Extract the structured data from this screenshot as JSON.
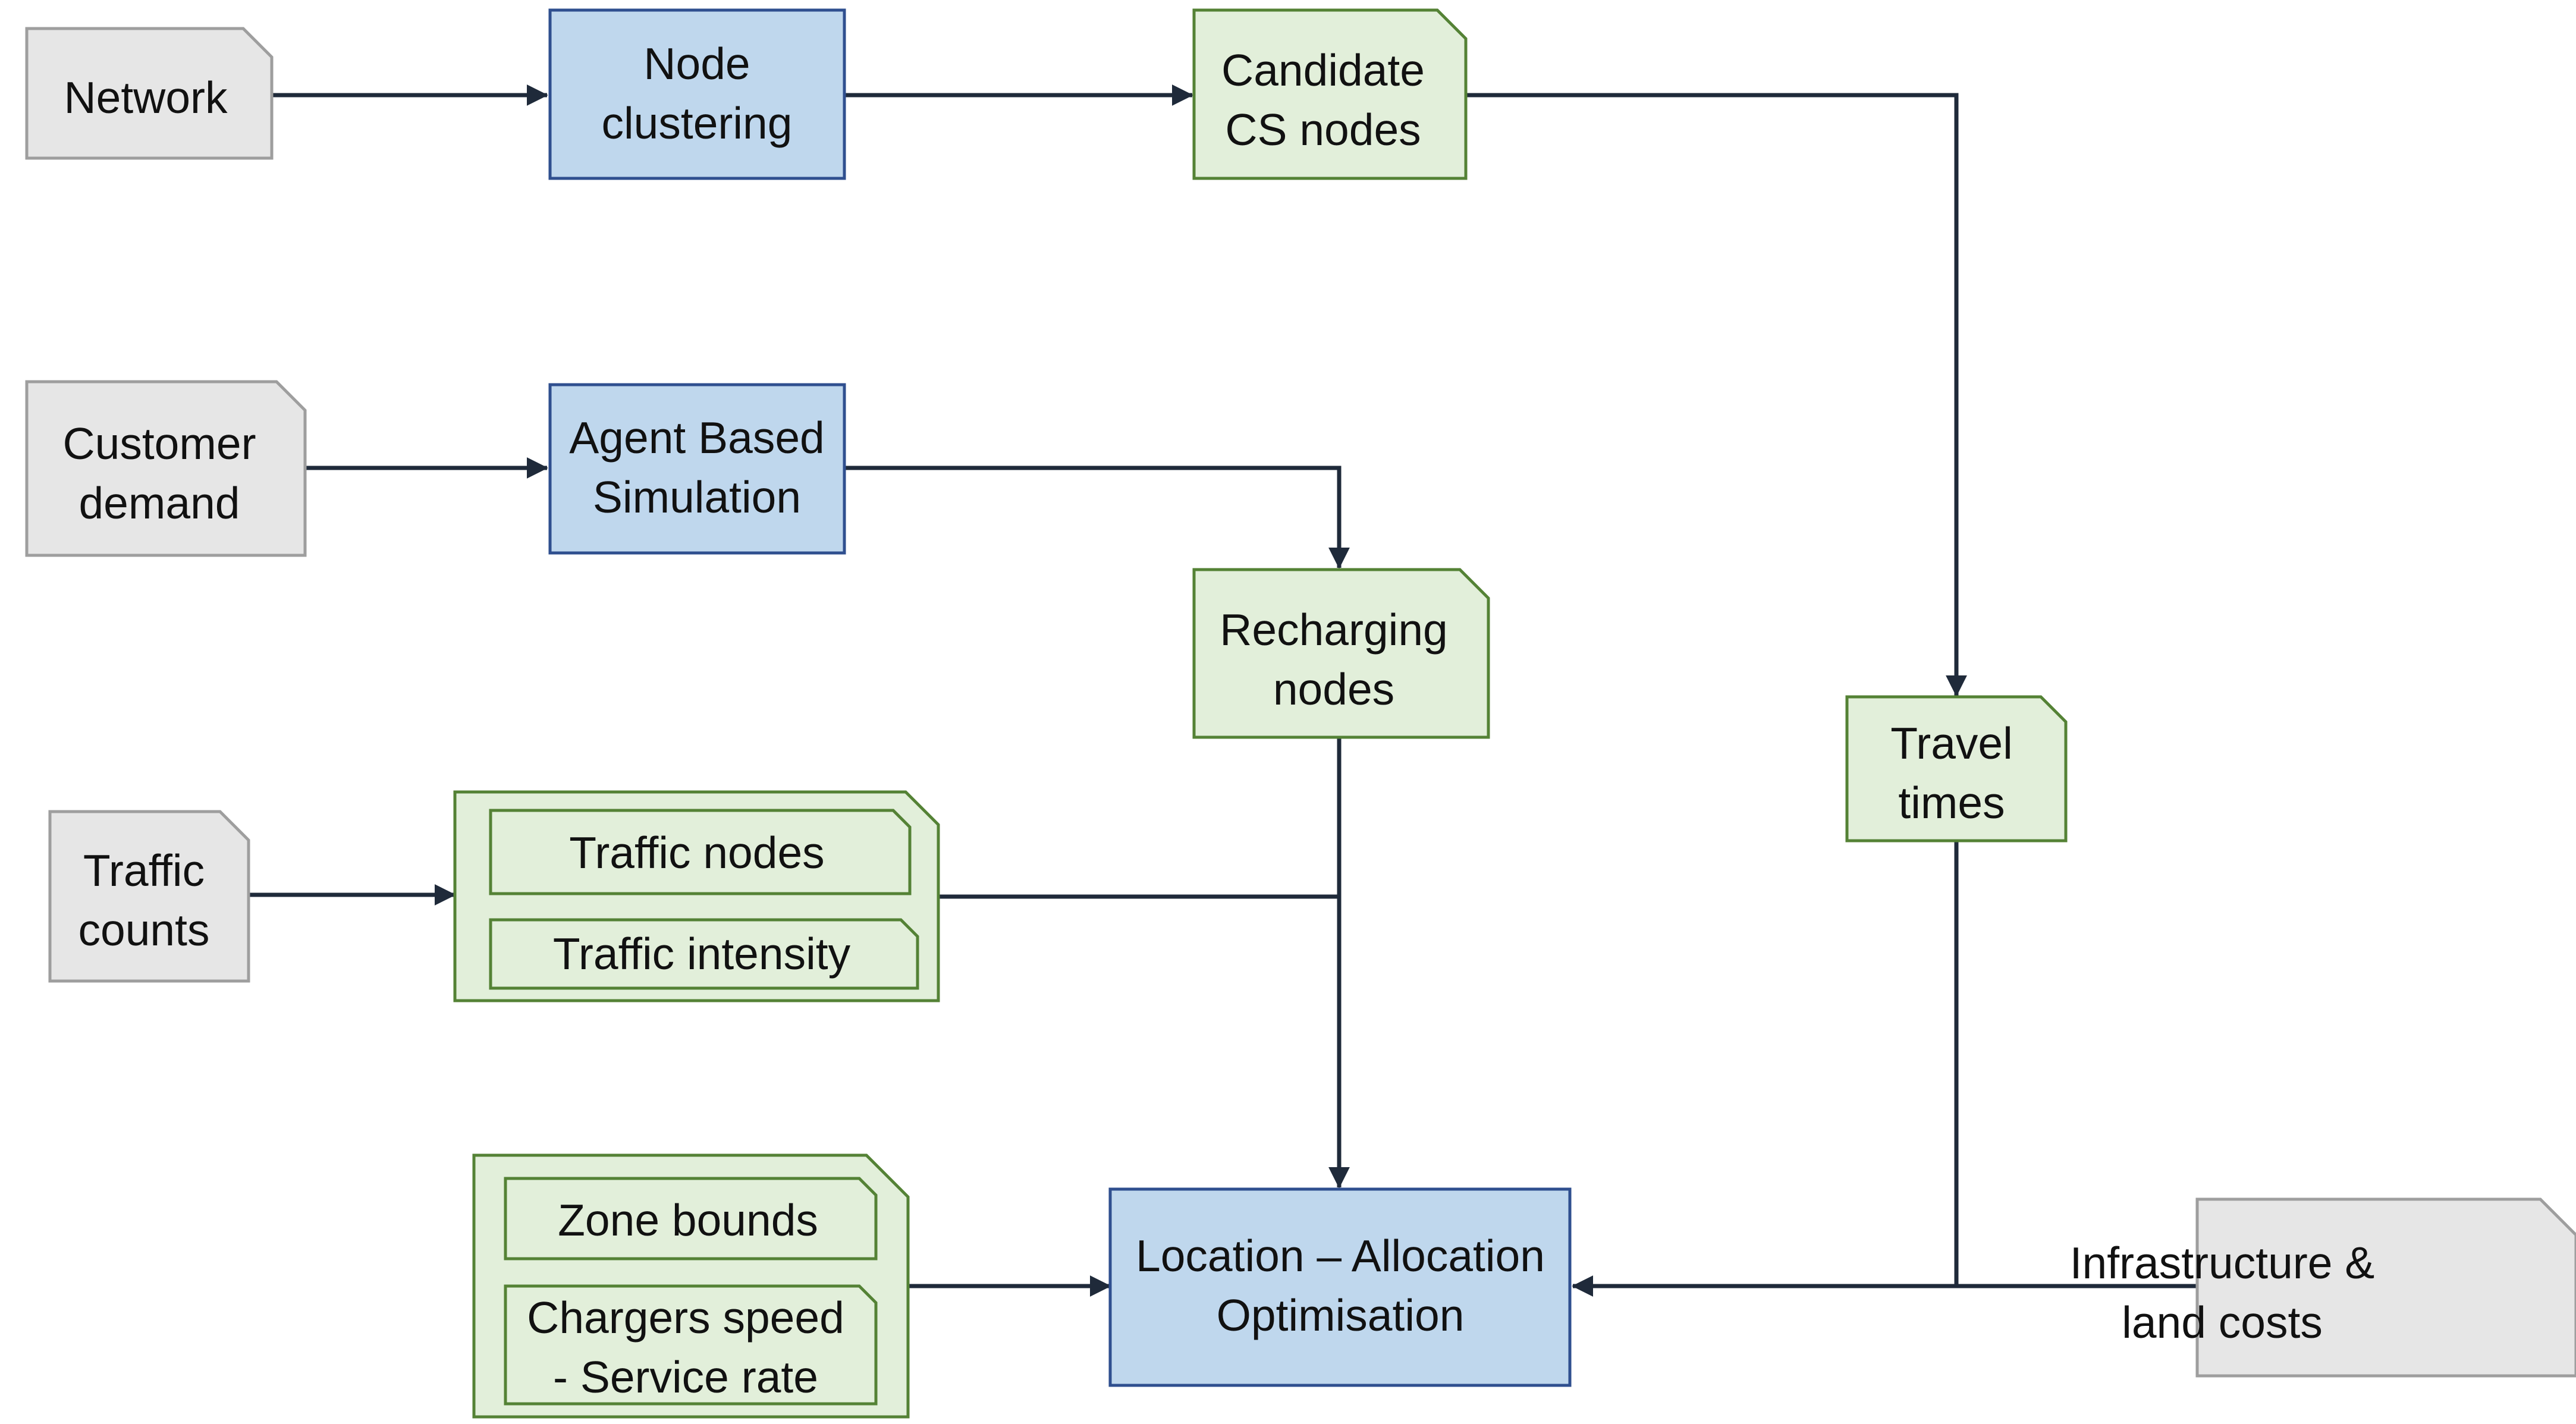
{
  "colors": {
    "input_fill": "#e6e6e6",
    "input_stroke": "#9e9e9e",
    "process_fill": "#bfd7ed",
    "process_stroke": "#2f4f8f",
    "data_fill": "#e2efda",
    "data_stroke": "#548235",
    "edge": "#1f2a3a"
  },
  "nodes": {
    "network": {
      "lines": [
        "Network"
      ]
    },
    "node_clustering": {
      "lines": [
        "Node",
        "clustering"
      ]
    },
    "candidate_cs_nodes": {
      "lines": [
        "Candidate",
        "CS nodes"
      ]
    },
    "customer_demand": {
      "lines": [
        "Customer",
        "demand"
      ]
    },
    "agent_based_simulation": {
      "lines": [
        "Agent Based",
        "Simulation"
      ]
    },
    "recharging_nodes": {
      "lines": [
        "Recharging",
        "nodes"
      ]
    },
    "travel_times": {
      "lines": [
        "Travel",
        "times"
      ]
    },
    "traffic_counts": {
      "lines": [
        "Traffic",
        "counts"
      ]
    },
    "traffic_group": {
      "items": [
        {
          "lines": [
            "Traffic nodes"
          ]
        },
        {
          "lines": [
            "Traffic intensity"
          ]
        }
      ]
    },
    "zone_group": {
      "items": [
        {
          "lines": [
            "Zone bounds"
          ]
        },
        {
          "lines": [
            "Chargers speed",
            "- Service rate"
          ]
        }
      ]
    },
    "location_allocation": {
      "lines": [
        "Location – Allocation",
        "Optimisation"
      ]
    },
    "infrastructure_costs": {
      "lines": [
        "Infrastructure &",
        "land costs"
      ]
    }
  }
}
